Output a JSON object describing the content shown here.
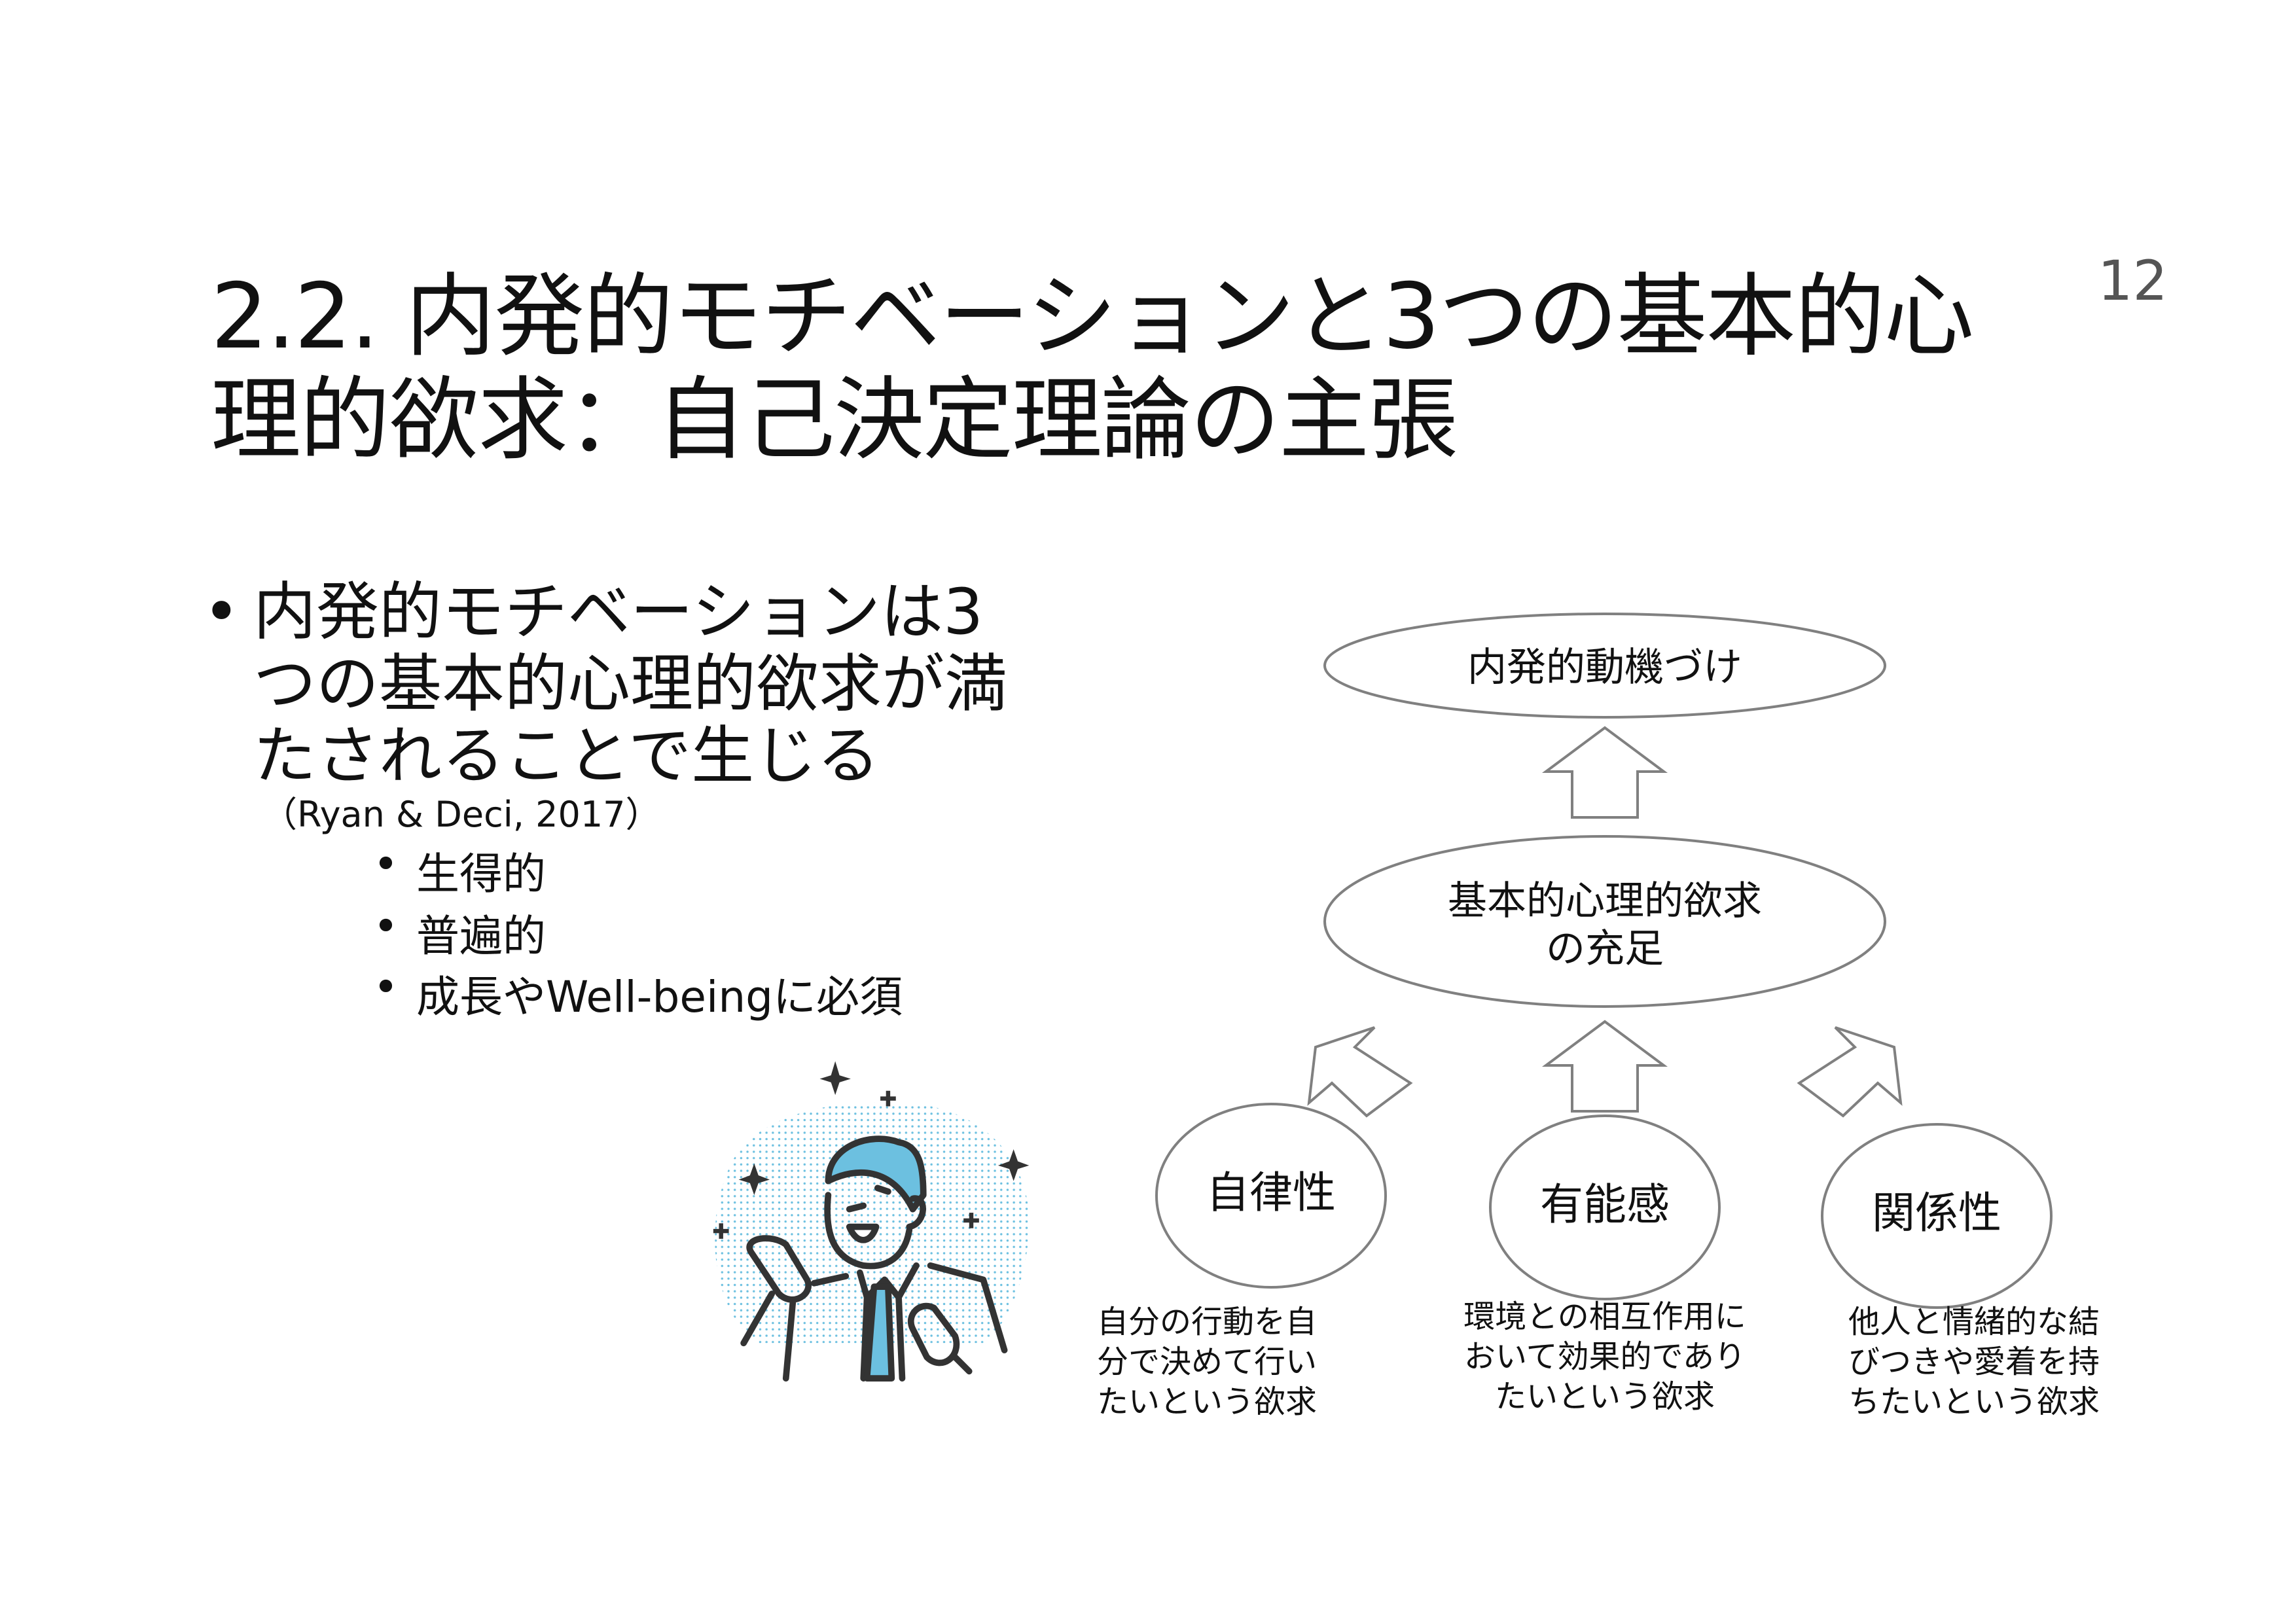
{
  "page_number": "12",
  "title": {
    "line1": "2.2. 内発的モチベーションと3つの基本的心",
    "line2": "理的欲求：自己決定理論の主張"
  },
  "bullet": {
    "lines": [
      "内発的モチベーションは3",
      "つの基本的心理的欲求が満",
      "たされることで生じる"
    ],
    "citation": "（Ryan & Deci, 2017）",
    "sub_items": [
      "生得的",
      "普遍的",
      "成長やWell-beingに必須"
    ]
  },
  "diagram": {
    "top": "内発的動機づけ",
    "middle": [
      "基本的心理的欲求",
      "の充足"
    ],
    "needs": [
      {
        "label": "自律性",
        "desc": [
          "自分の行動を自",
          "分で決めて行い",
          "たいという欲求"
        ]
      },
      {
        "label": "有能感",
        "desc": [
          "環境との相互作用に",
          "おいて効果的であり",
          "たいという欲求"
        ]
      },
      {
        "label": "関係性",
        "desc": [
          "他人と情緒的な結",
          "びつきや愛着を持",
          "ちたいという欲求"
        ]
      }
    ]
  },
  "colors": {
    "accent": "#6cc0e0",
    "stroke": "#808080",
    "ink": "#333333"
  }
}
